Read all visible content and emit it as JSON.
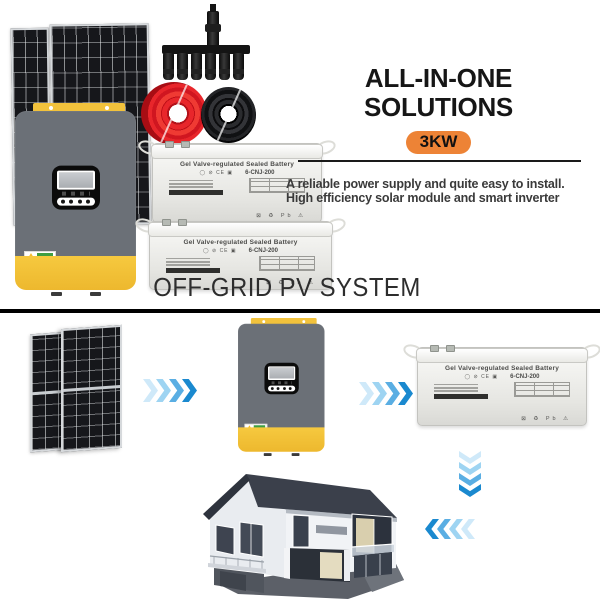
{
  "header": {
    "title_line1": "ALL-IN-ONE",
    "title_line2": "SOLUTIONS",
    "badge": "3KW",
    "description_line1": "A reliable power supply and quite easy to install.",
    "description_line2": "High efficiency solar module and smart inverter"
  },
  "section_title": "OFF-GRID PV SYSTEM",
  "battery": {
    "label": "Gel Valve-regulated Sealed Battery",
    "model": "6-CNJ-200",
    "cert_icons": "◯ ⊘ CE ▣",
    "safety_icons": "⊠ ♻ Pb ⚠"
  },
  "colors": {
    "badge_orange": "#ED8336",
    "inverter_yellow": "#F2C23C",
    "inverter_gray": "#6B7077",
    "battery_body": "#EDEDEA",
    "cable_red": "#E8262B",
    "cable_black": "#1E1F22",
    "panel_cells": "#16171B",
    "arrow_blue_light": "#CFE9F9",
    "arrow_blue_dark": "#1A89CF",
    "divider_black": "#000000"
  }
}
